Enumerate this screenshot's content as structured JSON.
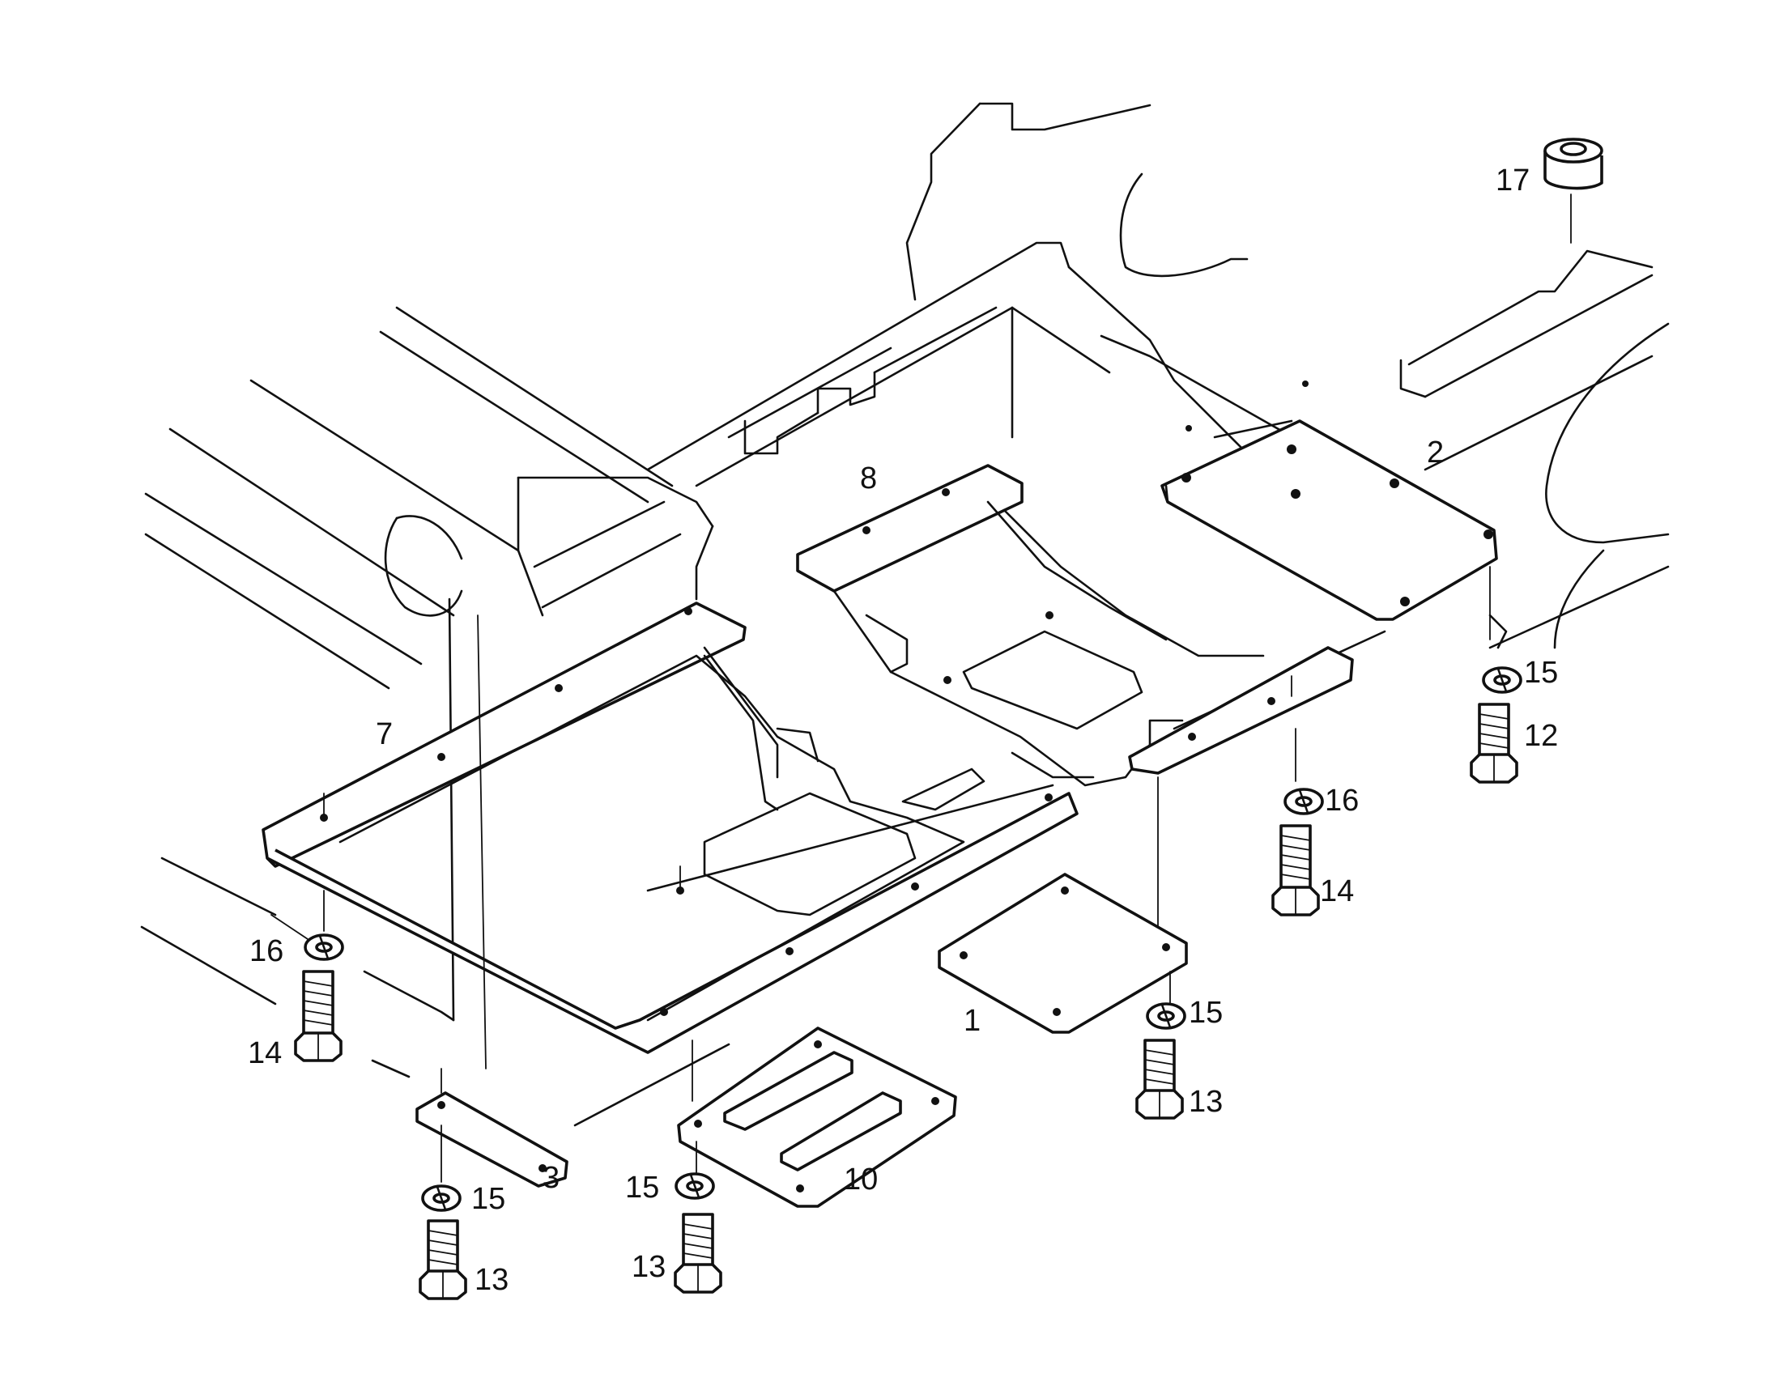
{
  "callouts": [
    {
      "id": "c17",
      "text": "17"
    },
    {
      "id": "c2",
      "text": "2"
    },
    {
      "id": "c8",
      "text": "8"
    },
    {
      "id": "c15a",
      "text": "15"
    },
    {
      "id": "c12",
      "text": "12"
    },
    {
      "id": "c7",
      "text": "7"
    },
    {
      "id": "c16a",
      "text": "16"
    },
    {
      "id": "c14a",
      "text": "14"
    },
    {
      "id": "c16b",
      "text": "16"
    },
    {
      "id": "c14b",
      "text": "14"
    },
    {
      "id": "c1",
      "text": "1"
    },
    {
      "id": "c15b",
      "text": "15"
    },
    {
      "id": "c13a",
      "text": "13"
    },
    {
      "id": "c3",
      "text": "3"
    },
    {
      "id": "c15c",
      "text": "15"
    },
    {
      "id": "c13b",
      "text": "13"
    },
    {
      "id": "c15d",
      "text": "15"
    },
    {
      "id": "c10",
      "text": "10"
    },
    {
      "id": "c13c",
      "text": "13"
    }
  ],
  "colors": {
    "ink": "#111111",
    "paper": "#ffffff"
  },
  "parts": [
    {
      "id": "1",
      "shape": "square-cover-plate"
    },
    {
      "id": "2",
      "shape": "rear-cover-plate"
    },
    {
      "id": "3",
      "shape": "small-strip-plate"
    },
    {
      "id": "7",
      "shape": "front-frame-plate"
    },
    {
      "id": "8",
      "shape": "rear-frame-plate"
    },
    {
      "id": "10",
      "shape": "ribbed-plate"
    },
    {
      "id": "12",
      "shape": "bolt-icon"
    },
    {
      "id": "13",
      "shape": "bolt-icon"
    },
    {
      "id": "14",
      "shape": "bolt-icon"
    },
    {
      "id": "15",
      "shape": "washer-icon"
    },
    {
      "id": "16",
      "shape": "washer-icon"
    },
    {
      "id": "17",
      "shape": "plug-icon"
    }
  ]
}
